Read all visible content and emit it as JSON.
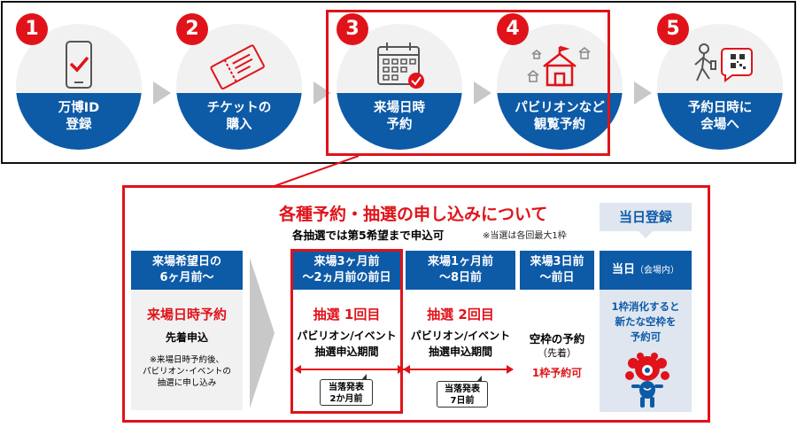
{
  "steps": [
    {
      "num": "1",
      "label": "万博ID\n登録",
      "icon": "smartphone-check-icon"
    },
    {
      "num": "2",
      "label": "チケットの\n購入",
      "icon": "ticket-icon"
    },
    {
      "num": "3",
      "label": "来場日時\n予約",
      "icon": "calendar-check-icon"
    },
    {
      "num": "4",
      "label": "パビリオンなど\n観覧予約",
      "icon": "pavilion-icon"
    },
    {
      "num": "5",
      "label": "予約日時に\n会場へ",
      "icon": "walker-qr-icon"
    }
  ],
  "detail": {
    "title": "各種予約・抽選の申し込みについて",
    "subtitle": "各抽選では第5希望まで申込可",
    "note": "※当選は各回最大1枠",
    "left": {
      "header": "来場希望日の\n6ヶ月前〜",
      "main": "来場日時予約",
      "sub": "先着申込",
      "note": "※来場日時予約後、\nパビリオン･イベントの\n抽選に申し込み"
    },
    "col1": {
      "header": "来場3ヶ月前\n〜2ヵ月前の前日",
      "main": "抽選 1回目",
      "sub": "パビリオン/イベント\n抽選申込期間",
      "bubble": "当落発表\n2か月前"
    },
    "col2": {
      "header": "来場1ヶ月前\n〜8日前",
      "main": "抽選 2回目",
      "sub": "パビリオン/イベント\n抽選申込期間",
      "bubble": "当落発表\n7日前"
    },
    "col3": {
      "header": "来場3日前\n〜前日",
      "main": "空枠の予約",
      "main_note": "（先着）",
      "sub": "1枠予約可"
    },
    "day": {
      "badge": "当日登録",
      "header": "当日",
      "header_note": "（会場内）",
      "text": "1枠消化すると\n新たな空枠を\n予約可",
      "mascot": "mascot-icon"
    }
  },
  "colors": {
    "red": "#e0131a",
    "blue": "#0d5aa7",
    "gray": "#f1f1f1",
    "lightblue": "#dfe6f0"
  }
}
